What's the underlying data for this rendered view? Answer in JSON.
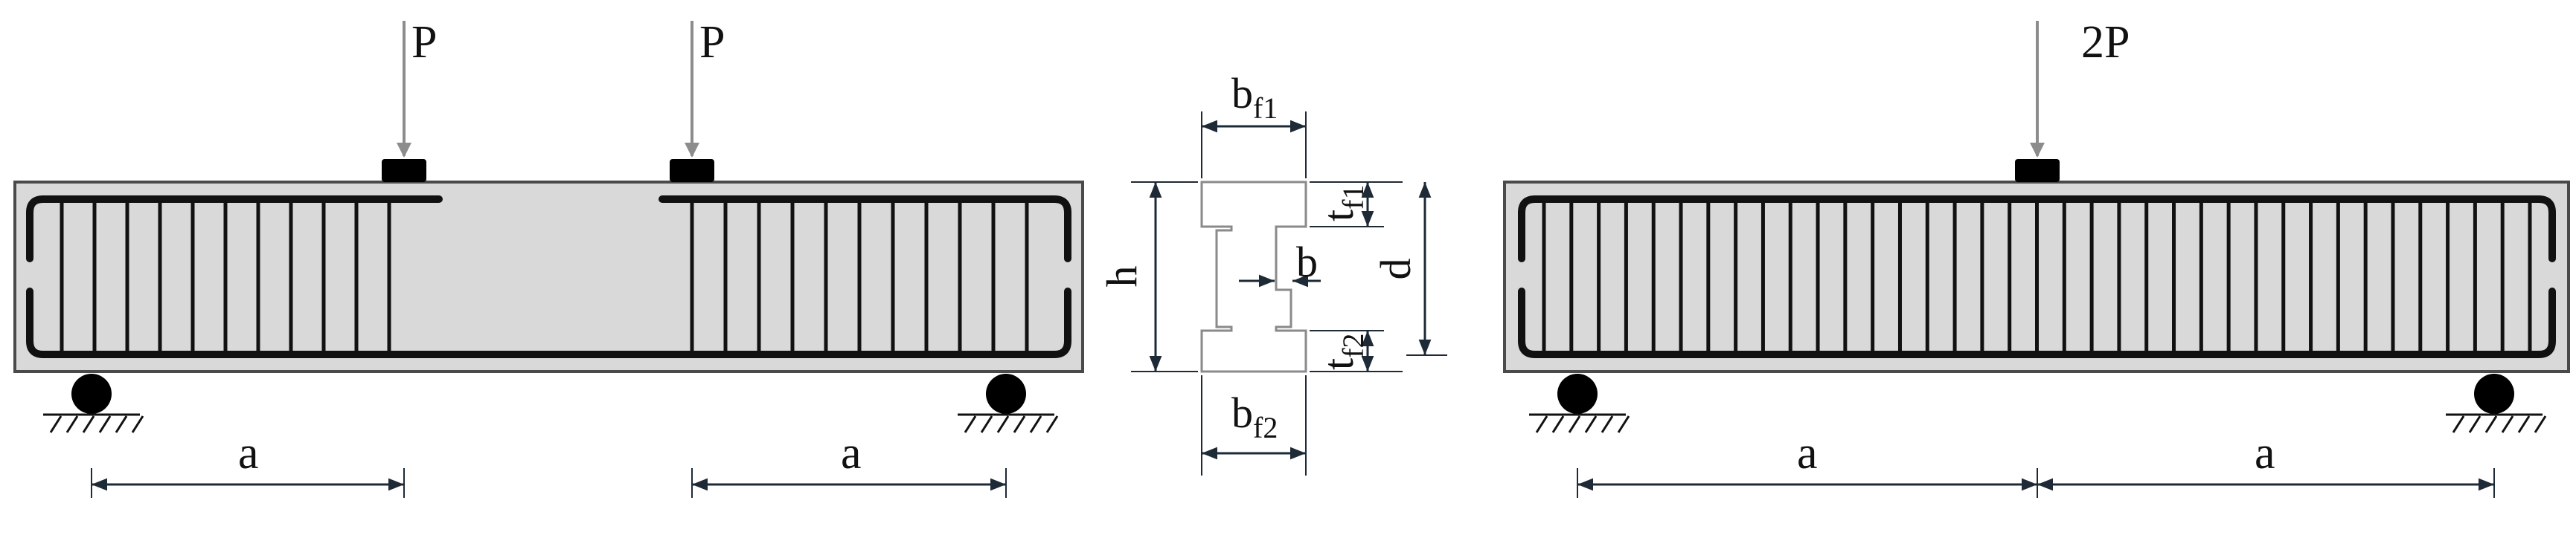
{
  "colors": {
    "beam_fill": "#d9d9d9",
    "beam_outline": "#4a4a4a",
    "rebar": "#111111",
    "load_arrow": "#8c8c8c",
    "dimension_line": "#1e2a36",
    "section_outline": "#8a8a8a"
  },
  "left_beam": {
    "load_labels": [
      "P",
      "P"
    ],
    "span_labels": [
      "a",
      "a"
    ],
    "stirrups_per_shear_span": 11
  },
  "cross_section": {
    "top_flange_width": {
      "base": "b",
      "sub": "f1"
    },
    "bottom_flange_width": {
      "base": "b",
      "sub": "f2"
    },
    "top_flange_thickness": {
      "base": "t",
      "sub": "f1"
    },
    "bottom_flange_thickness": {
      "base": "t",
      "sub": "f2"
    },
    "web_width": "b",
    "height": "h",
    "effective_depth": "d"
  },
  "right_beam": {
    "load_label": "2P",
    "span_labels": [
      "a",
      "a"
    ],
    "stirrup_count": 37
  }
}
